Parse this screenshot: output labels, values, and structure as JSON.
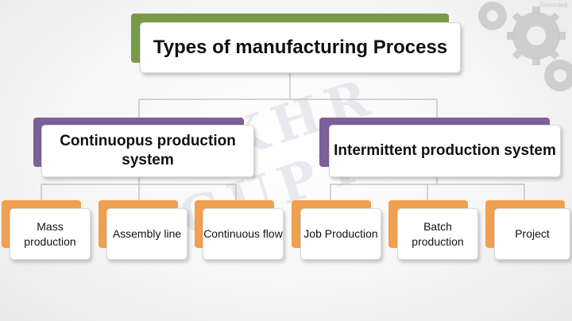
{
  "diagram": {
    "title": "Types of manufacturing Process",
    "categories": [
      {
        "name": "Continuopus production system",
        "items": [
          "Mass production",
          "Assembly line",
          "Continuous flow"
        ]
      },
      {
        "name": "Intermittent production system",
        "items": [
          "Job Production",
          "Batch production",
          "Project"
        ]
      }
    ]
  },
  "watermark": "AKHR GUPTA",
  "corner_text": "Recorded",
  "colors": {
    "title_accent": "#7a9a4a",
    "category_accent": "#7d5f99",
    "leaf_accent": "#f0a050",
    "connector": "#b8b8b8"
  }
}
